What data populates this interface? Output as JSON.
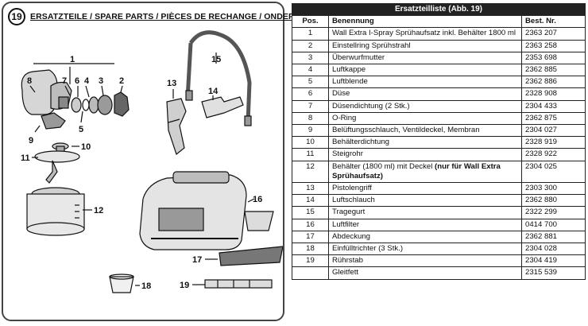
{
  "figure": {
    "number": "19",
    "title": "ERSATZTEILE / SPARE PARTS / PIÈCES DE RECHANGE / ONDERDELEN",
    "callouts": [
      "1",
      "2",
      "3",
      "4",
      "5",
      "6",
      "7",
      "8",
      "9",
      "10",
      "11",
      "12",
      "13",
      "14",
      "15",
      "16",
      "17",
      "18",
      "19"
    ]
  },
  "table": {
    "caption": "Ersatzteilliste (Abb. 19)",
    "headers": {
      "pos": "Pos.",
      "name": "Benennung",
      "nr": "Best. Nr."
    },
    "rows": [
      {
        "pos": "1",
        "name": "Wall Extra I-Spray Sprühaufsatz inkl. Behälter 1800 ml",
        "nr": "2363 207"
      },
      {
        "pos": "2",
        "name": "Einstellring Sprühstrahl",
        "nr": "2363 258"
      },
      {
        "pos": "3",
        "name": "Überwurfmutter",
        "nr": "2353 698"
      },
      {
        "pos": "4",
        "name": "Luftkappe",
        "nr": "2362 885"
      },
      {
        "pos": "5",
        "name": "Luftblende",
        "nr": "2362 886"
      },
      {
        "pos": "6",
        "name": "Düse",
        "nr": "2328 908"
      },
      {
        "pos": "7",
        "name": "Düsendichtung (2 Stk.)",
        "nr": "2304 433"
      },
      {
        "pos": "8",
        "name": "O-Ring",
        "nr": "2362 875"
      },
      {
        "pos": "9",
        "name": "Belüftungsschlauch, Ventildeckel, Membran",
        "nr": "2304 027"
      },
      {
        "pos": "10",
        "name": "Behälterdichtung",
        "nr": "2328 919"
      },
      {
        "pos": "11",
        "name": "Steigrohr",
        "nr": "2328 922"
      },
      {
        "pos": "12",
        "name": "Behälter (1800 ml) mit Deckel",
        "note": "(nur für Wall Extra Sprühaufsatz)",
        "nr": "2304 025"
      },
      {
        "pos": "13",
        "name": "Pistolengriff",
        "nr": "2303 300"
      },
      {
        "pos": "14",
        "name": "Luftschlauch",
        "nr": "2362 880"
      },
      {
        "pos": "15",
        "name": "Tragegurt",
        "nr": "2322 299"
      },
      {
        "pos": "16",
        "name": "Luftfilter",
        "nr": "0414 700"
      },
      {
        "pos": "17",
        "name": "Abdeckung",
        "nr": "2362 881"
      },
      {
        "pos": "18",
        "name": "Einfülltrichter (3 Stk.)",
        "nr": "2304 028"
      },
      {
        "pos": "19",
        "name": "Rührstab",
        "nr": "2304 419"
      },
      {
        "pos": "",
        "name": "Gleitfett",
        "nr": "2315 539"
      }
    ]
  }
}
